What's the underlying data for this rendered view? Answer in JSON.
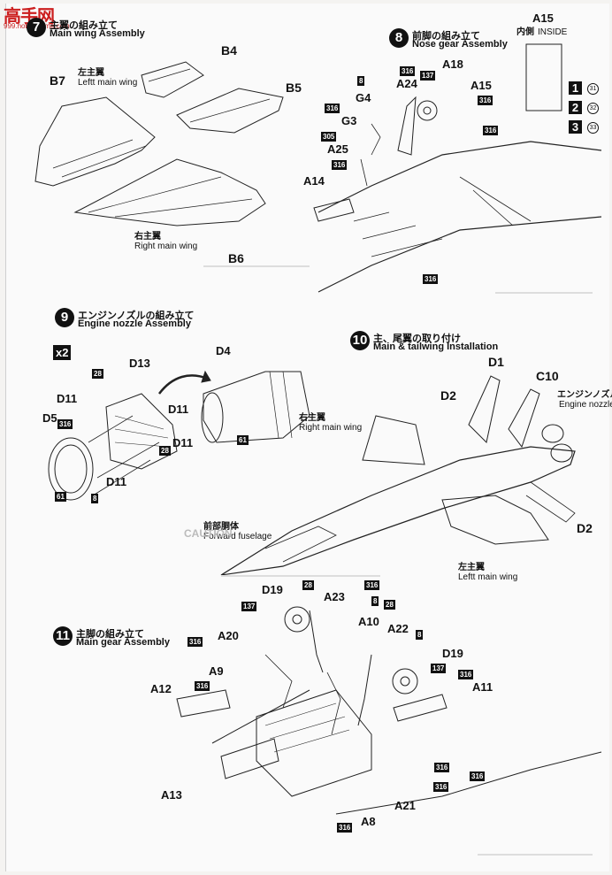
{
  "watermark": {
    "main": "高手网",
    "sub": "999.hobbyhome.com"
  },
  "sections": {
    "s7": {
      "number": "7",
      "jp": "主翼の組み立て",
      "en": "Main wing Assembly"
    },
    "s8": {
      "number": "8",
      "jp": "前脚の組み立て",
      "en": "Nose gear Assembly"
    },
    "s9": {
      "number": "9",
      "jp": "エンジンノズルの組み立て",
      "en": "Engine nozzle Assembly"
    },
    "s10": {
      "number": "10",
      "jp": "主、尾翼の取り付け",
      "en": "Main & tailwing Installation"
    },
    "s11": {
      "number": "11",
      "jp": "主脚の組み立て",
      "en": "Main gear Assembly"
    }
  },
  "s7_labels": {
    "b4": "B4",
    "b5": "B5",
    "b6": "B6",
    "b7": "B7",
    "left_jp": "左主翼",
    "left_en": "Leftt main wing",
    "right_jp": "右主翼",
    "right_en": "Right main wing"
  },
  "s8_labels": {
    "a18": "A18",
    "a24": "A24",
    "a15": "A15",
    "g4": "G4",
    "g3": "G3",
    "a25": "A25",
    "a14": "A14",
    "b8": "8",
    "t316": "316",
    "t137": "137",
    "t305": "305"
  },
  "a15_box": {
    "title": "A15",
    "jp": "内側",
    "en": "INSIDE",
    "options": [
      "1",
      "2",
      "3"
    ],
    "refs": [
      "31",
      "32",
      "33"
    ]
  },
  "s9_labels": {
    "x2": "x2",
    "d13": "D13",
    "d4": "D4",
    "d11": "D11",
    "d5": "D5",
    "t28": "28",
    "t316": "316",
    "t61": "61",
    "t8": "8"
  },
  "s10_labels": {
    "d1": "D1",
    "c10": "C10",
    "d2": "D2",
    "nozzle_jp": "エンジンノズル",
    "nozzle_en": "Engine nozzle",
    "right_jp": "右主翼",
    "right_en": "Right main wing",
    "left_jp": "左主翼",
    "left_en": "Leftt main wing",
    "fwd_jp": "前部胴体",
    "fwd_en": "Forward fuselage"
  },
  "s11_labels": {
    "d19": "D19",
    "a23": "A23",
    "a20": "A20",
    "a10": "A10",
    "a22": "A22",
    "a9": "A9",
    "a11": "A11",
    "a12": "A12",
    "a13": "A13",
    "a8": "A8",
    "a21": "A21",
    "t28": "28",
    "t316": "316",
    "t137": "137",
    "t8": "8"
  },
  "caution": {
    "title": "CAUTION"
  }
}
